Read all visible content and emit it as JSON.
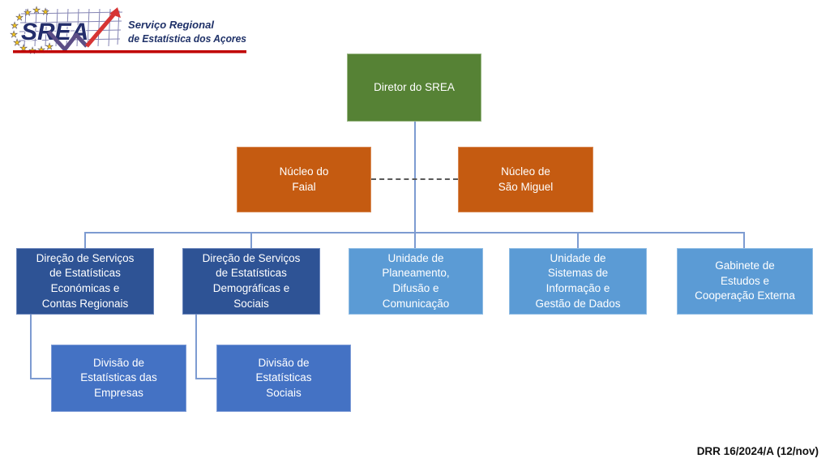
{
  "logo": {
    "acronym": "SREA",
    "wordmark_line1": "Serviço Regional",
    "wordmark_line2": "de Estatística dos Açores"
  },
  "org": {
    "nodes": {
      "diretor": {
        "label": "Diretor do SREA",
        "color": "#568235"
      },
      "faial": {
        "label": "Núcleo do\nFaial",
        "color": "#C55B11"
      },
      "smiguel": {
        "label": "Núcleo de\nSão Miguel",
        "color": "#C55B11"
      },
      "dse": {
        "label": "Direção de Serviços\nde Estatísticas\nEconómicas e\nContas Regionais",
        "color": "#2E5395"
      },
      "dsd": {
        "label": "Direção de Serviços\nde Estatísticas\nDemográficas e\nSociais",
        "color": "#2E5395"
      },
      "upc": {
        "label": "Unidade de\nPlaneamento,\nDifusão e\nComunicação",
        "color": "#5B9BD5"
      },
      "usi": {
        "label": "Unidade de\nSistemas de\nInformação e\nGestão de Dados",
        "color": "#5B9BD5"
      },
      "gec": {
        "label": "Gabinete de\nEstudos e\nCooperação Externa",
        "color": "#5B9BD5"
      },
      "dee": {
        "label": "Divisão de\nEstatísticas das\nEmpresas",
        "color": "#4472C4"
      },
      "des": {
        "label": "Divisão de\nEstatísticas\nSociais",
        "color": "#4472C4"
      }
    },
    "edges": [
      {
        "from": "diretor",
        "to": "dse",
        "style": "solid"
      },
      {
        "from": "diretor",
        "to": "dsd",
        "style": "solid"
      },
      {
        "from": "diretor",
        "to": "upc",
        "style": "solid"
      },
      {
        "from": "diretor",
        "to": "usi",
        "style": "solid"
      },
      {
        "from": "diretor",
        "to": "gec",
        "style": "solid"
      },
      {
        "from": "dse",
        "to": "dee",
        "style": "solid"
      },
      {
        "from": "dsd",
        "to": "des",
        "style": "solid"
      },
      {
        "from": "faial",
        "to": "smiguel",
        "style": "dashed"
      }
    ]
  },
  "colors": {
    "director_green": "#568235",
    "nucleo_orange": "#C55B11",
    "direcao_dark_blue": "#2E5395",
    "unidade_light_blue": "#5B9BD5",
    "divisao_medium_blue": "#4472C4",
    "connector_blue": "#7D9BD1",
    "dashed_connector_gray": "#595959",
    "logo_navy": "#232D6B",
    "logo_red": "#C00000",
    "star_gold": "#F5C518"
  },
  "footer": {
    "reference": "DRR 16/2024/A (12/nov)"
  }
}
